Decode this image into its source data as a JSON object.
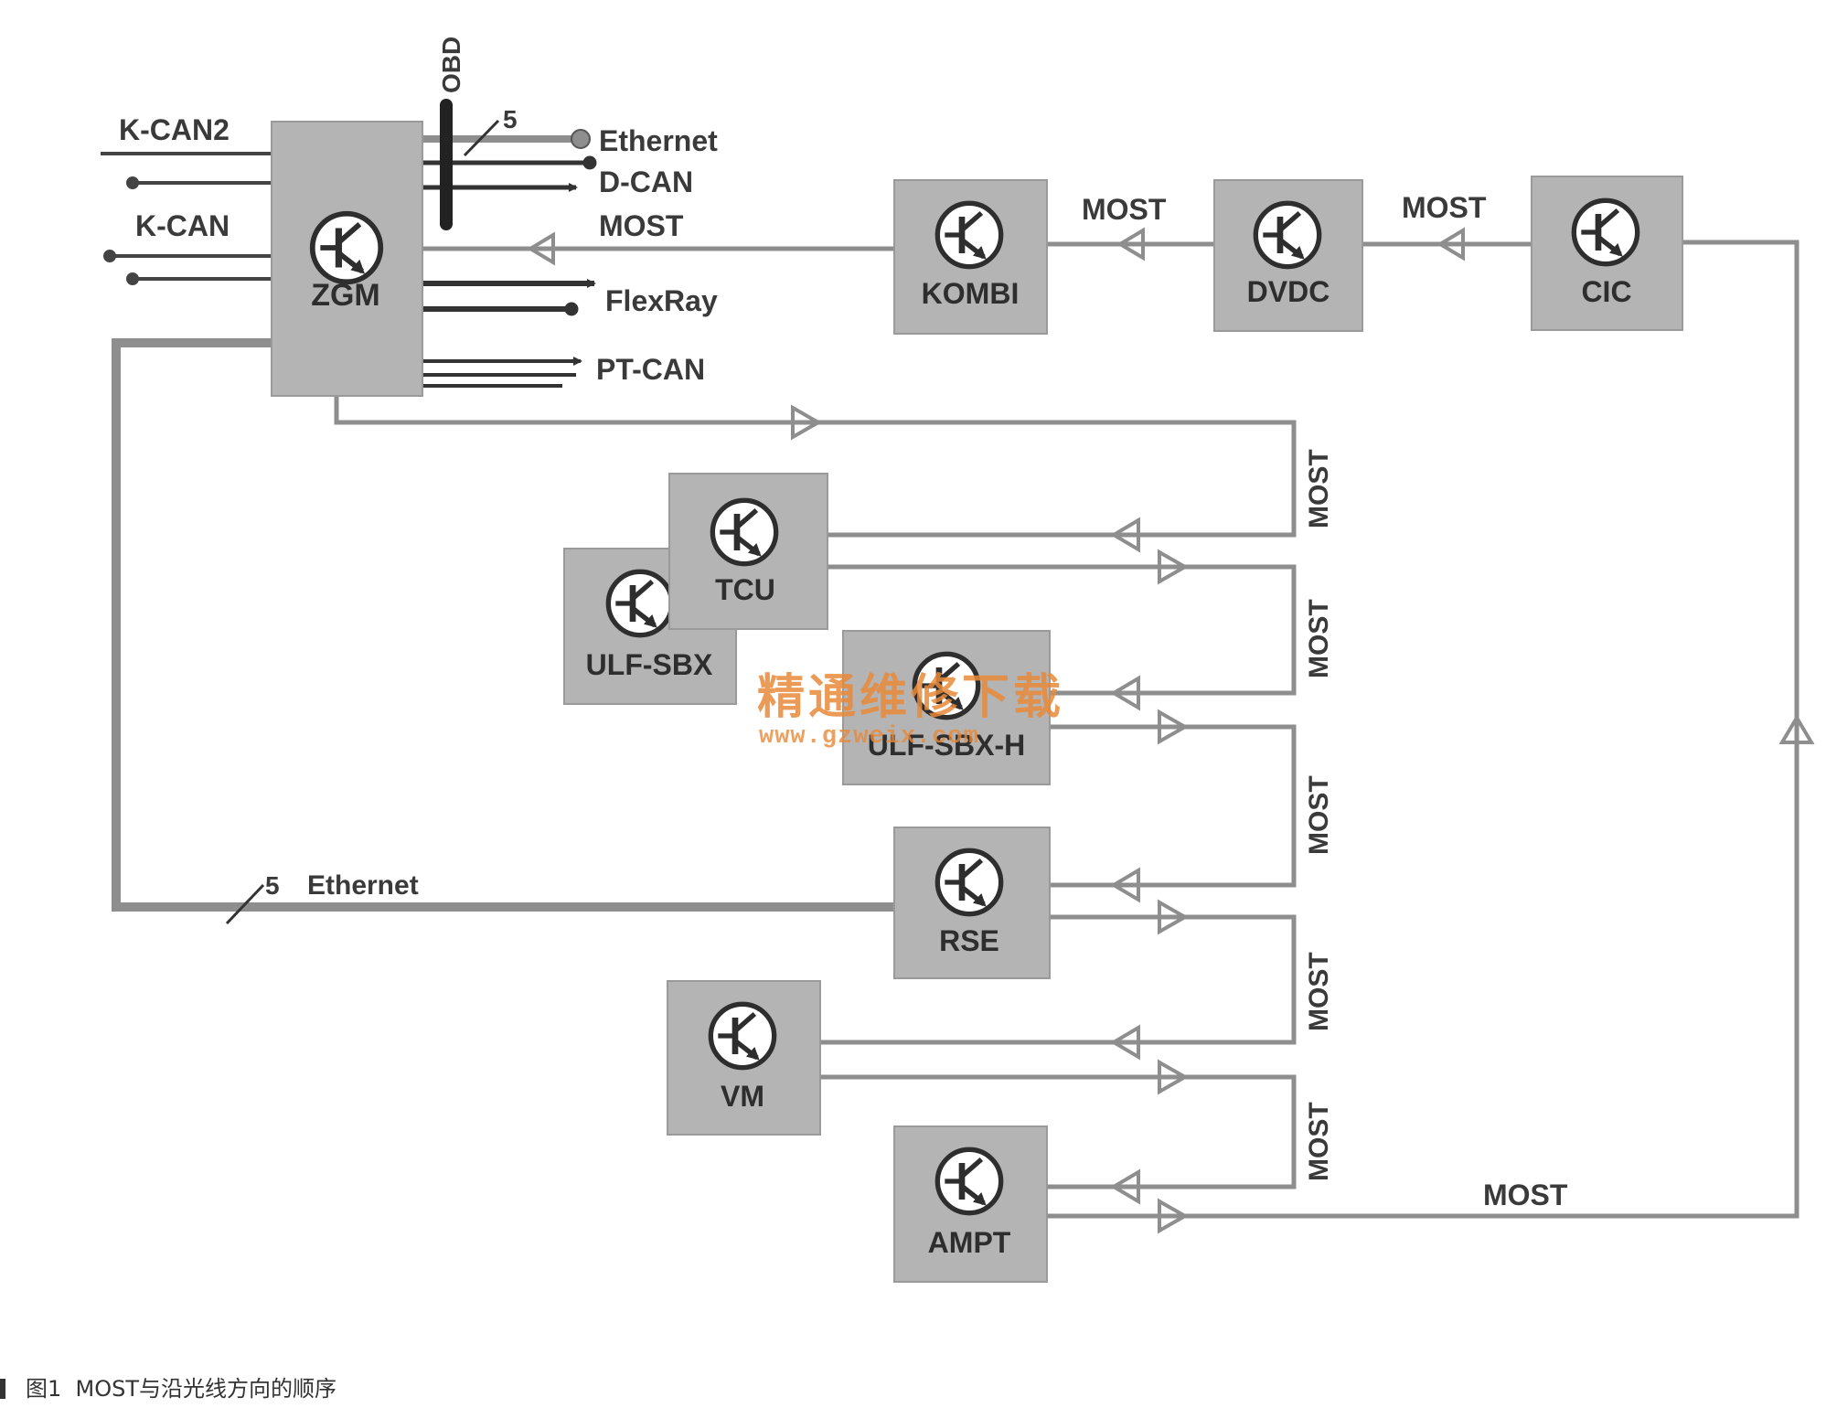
{
  "nodes": {
    "zgm": "ZGM",
    "kombi": "KOMBI",
    "dvdc": "DVDC",
    "cic": "CIC",
    "tcu": "TCU",
    "ulf_sbx": "ULF-SBX",
    "ulf_sbx_h": "ULF-SBX-H",
    "rse": "RSE",
    "vm": "VM",
    "ampt": "AMPT"
  },
  "buses": {
    "k_can2": "K-CAN2",
    "k_can": "K-CAN",
    "obd": "OBD",
    "five_top": "5",
    "ethernet_top": "Ethernet",
    "d_can": "D-CAN",
    "most_zgm": "MOST",
    "flexray": "FlexRay",
    "pt_can": "PT-CAN",
    "most_kombi_dvdc": "MOST",
    "most_dvdc_cic": "MOST",
    "most_v1": "MOST",
    "most_v2": "MOST",
    "most_v3": "MOST",
    "most_v4": "MOST",
    "most_v5": "MOST",
    "most_bottom": "MOST",
    "five_bottom": "5",
    "ethernet_bottom": "Ethernet"
  },
  "watermark": {
    "title": "精通维修下载",
    "url": "www.gzweix.com"
  },
  "caption": "图1  MOST与沿光线方向的顺序",
  "colors": {
    "box_fill": "#b4b4b4",
    "box_stroke": "#9a9a9a",
    "line": "#8e8e8e",
    "dark_line": "#333333",
    "watermark": "#e98a3a"
  }
}
